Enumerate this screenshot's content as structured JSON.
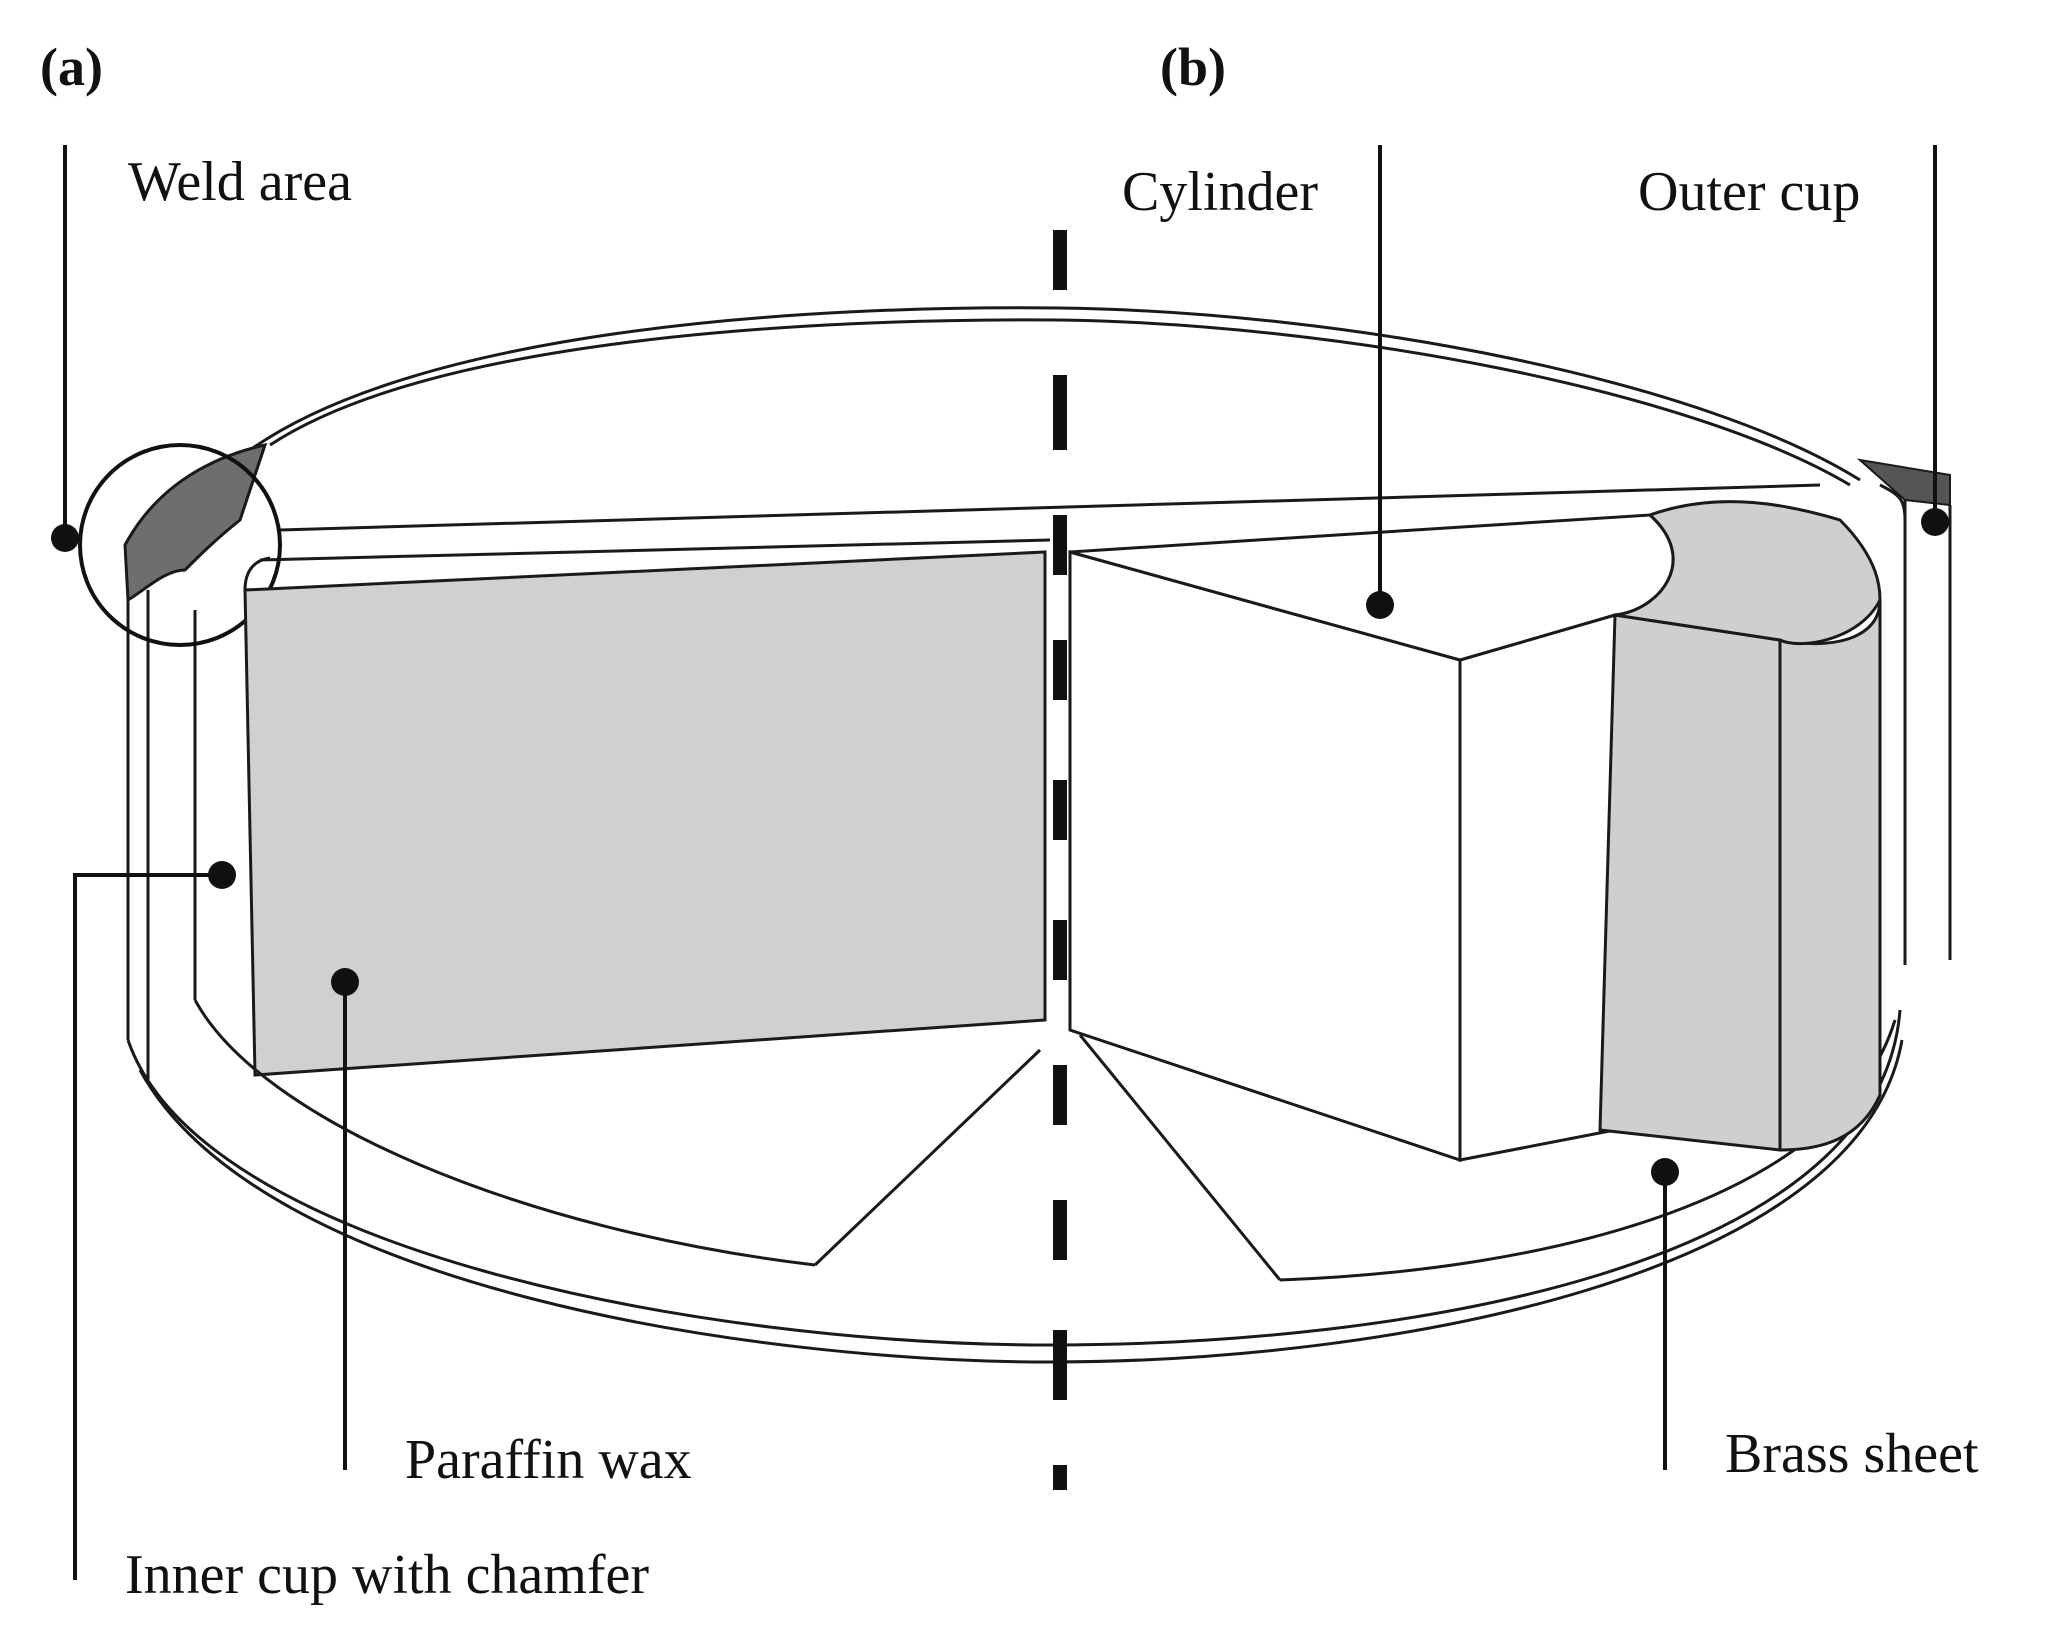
{
  "figure": {
    "panel_a": "(a)",
    "panel_b": "(b)"
  },
  "labels": {
    "weld_area": "Weld area",
    "cylinder": "Cylinder",
    "outer_cup": "Outer cup",
    "paraffin_wax": "Paraffin wax",
    "brass_sheet": "Brass sheet",
    "inner_cup": "Inner cup with chamfer"
  },
  "colors": {
    "line": "#1a1a1a",
    "wax_fill": "#d0d0d0",
    "brass_fill": "#cfcfcf",
    "weld_fill": "#6e6e6e",
    "body_fill": "#ffffff"
  }
}
